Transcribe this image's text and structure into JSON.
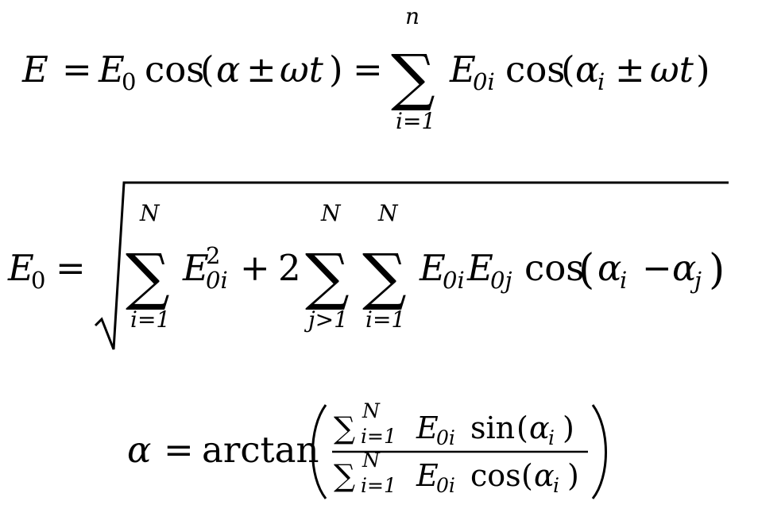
{
  "equations": [
    {
      "id": "eq1",
      "lhs": "E",
      "equals": "=",
      "E": "E",
      "zero": "0",
      "cos": "cos",
      "lparen": "(",
      "alpha": "α",
      "pm": "±",
      "omega_t": "ωt",
      "rparen": ")",
      "sigma": "∑",
      "upper": "n",
      "lower": "i=1",
      "E0i_base": "E",
      "E0i_sub": "0i",
      "alpha_i_base": "α",
      "alpha_i_sub": "i"
    },
    {
      "id": "eq2",
      "lhs_base": "E",
      "lhs_sub": "0",
      "equals": "=",
      "sigma": "∑",
      "upper": "N",
      "lower1": "i=1",
      "E_base": "E",
      "E_sup": "2",
      "E_sub": "0i",
      "plus": "+",
      "two": "2",
      "lower2": "j>1",
      "lower3": "i=1",
      "E0i_sub": "0i",
      "E0j_sub": "0j",
      "cos": "cos",
      "alpha": "α",
      "sub_i": "i",
      "minus": "−",
      "sub_j": "j",
      "lparen": "(",
      "rparen": ")"
    },
    {
      "id": "eq3",
      "lhs": "α",
      "equals": "=",
      "arctan": "arctan",
      "sigma": "∑",
      "upper": "N",
      "lower": "i=1",
      "E": "E",
      "E_sub": "0i",
      "sin": "sin",
      "cos": "cos",
      "alpha": "α",
      "sub_i": "i",
      "lparen": "(",
      "rparen": ")"
    }
  ]
}
